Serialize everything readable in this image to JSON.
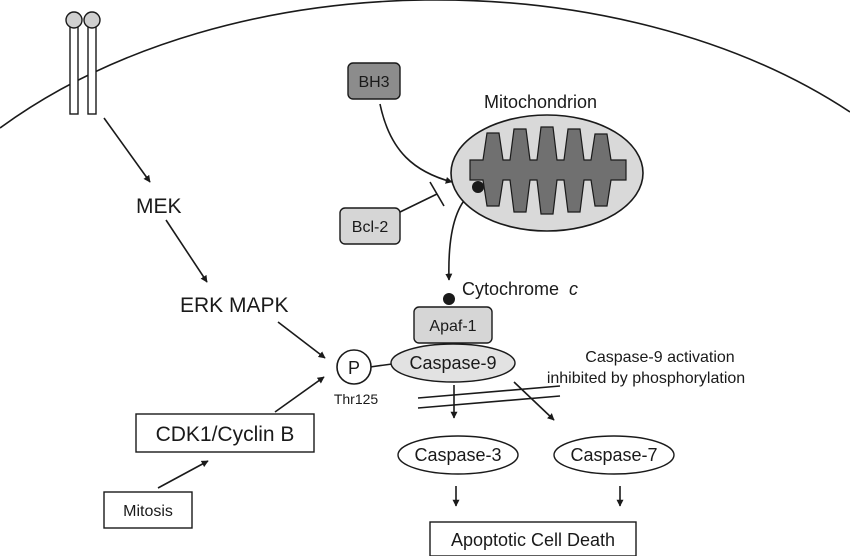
{
  "colors": {
    "ink": "#1a1a1a",
    "bh3_fill": "#8c8c8c",
    "box_fill": "#d6d6d6",
    "caspase9_fill": "#e2e2e2",
    "mito_fill": "#d9d9d9",
    "cristae_fill": "#707070"
  },
  "labels": {
    "mek": "MEK",
    "erk": "ERK MAPK",
    "cdk": "CDK1/Cyclin B",
    "mitosis": "Mitosis",
    "bh3": "BH3",
    "bcl2": "Bcl-2",
    "mitochondrion": "Mitochondrion",
    "cytochrome": "Cytochrome",
    "cytochrome_c": "c",
    "apaf": "Apaf-1",
    "caspase9": "Caspase-9",
    "phospho": "P",
    "thr": "Thr125",
    "note_line1": "Caspase-9 activation",
    "note_line2": "inhibited by phosphorylation",
    "caspase3": "Caspase-3",
    "caspase7": "Caspase-7",
    "death": "Apoptotic Cell Death"
  }
}
